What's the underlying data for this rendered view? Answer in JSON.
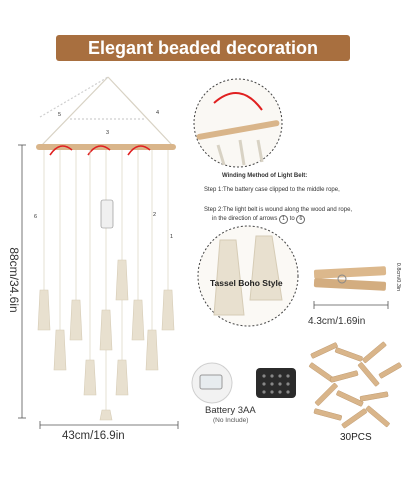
{
  "banner": {
    "title": "Elegant beaded decoration"
  },
  "dimensions": {
    "height": "88cm/34.6in",
    "width": "43cm/16.9in"
  },
  "steps": {
    "heading": "Winding Method of Light Belt:",
    "step1": "Step 1:The battery case clipped to the middle rope,",
    "step2_line1": "Step 2:The light belt is wound along the wood and rope,",
    "step2_line2_pre": "in the direction of arrows",
    "step2_from": "1",
    "step2_to_word": "to",
    "step2_to": "6"
  },
  "arrow_labels": [
    "5",
    "4",
    "3",
    "6",
    "2",
    "1"
  ],
  "tassel_label": "Tassel Boho Style",
  "clip": {
    "width": "4.3cm/1.69in",
    "height": "0.8cm/0.3in"
  },
  "battery": {
    "label": "Battery 3AA",
    "note": "(No Include)"
  },
  "clips_count": "30PCS",
  "colors": {
    "banner": "#a86f3f",
    "arrow": "#e02020",
    "macrame": "#e8e0cf",
    "wood": "#d9b58a"
  }
}
